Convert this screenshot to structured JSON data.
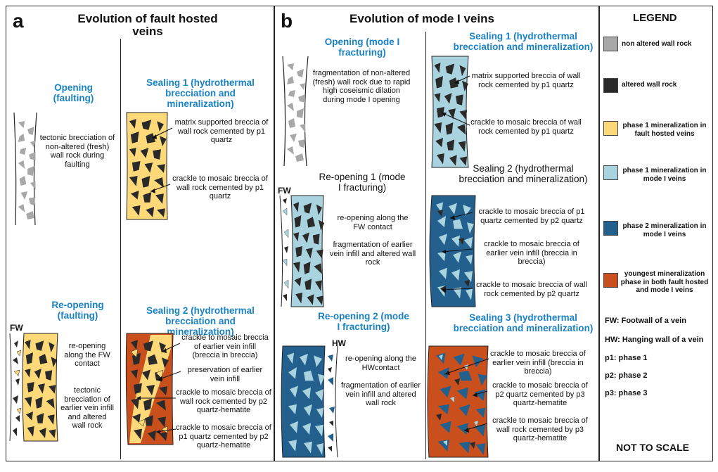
{
  "panel_a": {
    "letter": "a",
    "title": "Evolution of fault hosted veins",
    "opening": {
      "title": "Opening (faulting)",
      "note": "tectonic brecciation of non-altered (fresh) wall rock during faulting"
    },
    "sealing1": {
      "title": "Sealing 1 (hydrothermal brecciation and mineralization)",
      "note1": "matrix supported breccia of wall rock cemented by p1 quartz",
      "note2": "crackle to mosaic breccia of wall rock cemented by p1 quartz"
    },
    "reopening": {
      "title": "Re-opening (faulting)",
      "fw": "FW",
      "note1": "re-opening along the FW contact",
      "note2": "tectonic brecciation of earlier vein infill and altered wall rock"
    },
    "sealing2": {
      "title": "Sealing 2 (hydrothermal brecciation and mineralization)",
      "note1": "crackle to mosaic breccia of earlier vein infill (breccia in breccia)",
      "note2": "preservation of earlier vein infill",
      "note3": "crackle to mosaic breccia of wall rock cemented by p2 quartz-hematite",
      "note4": "crackle to mosaic breccia of p1 quartz cemented by p2 quartz-hematite"
    }
  },
  "panel_b": {
    "letter": "b",
    "title": "Evolution of mode I veins",
    "opening": {
      "title": "Opening (mode I fracturing)",
      "note": "fragmentation of non-altered (fresh) wall rock due to rapid high coseismic dilation during mode I opening"
    },
    "sealing1": {
      "title": "Sealing 1 (hydrothermal brecciation and mineralization)",
      "note1": "matrix supported breccia of wall rock cemented by p1 quartz",
      "note2": "crackle to mosaic breccia of wall rock cemented by p1 quartz"
    },
    "reopening1": {
      "title": "Re-opening 1 (mode I fracturing)",
      "fw": "FW",
      "note1": "re-opening along the FW contact",
      "note2": "fragmentation of earlier vein infill and altered wall rock"
    },
    "sealing2": {
      "title": "Sealing 2 (hydrothermal brecciation and mineralization)",
      "note1": "crackle to mosaic breccia of p1 quartz cemented by p2 quartz",
      "note2": "crackle to mosaic breccia of earlier vein infill (breccia in breccia)",
      "note3": "crackle to mosaic breccia of wall rock cemented by p2 quartz"
    },
    "reopening2": {
      "title": "Re-opening 2 (mode I fracturing)",
      "hw": "HW",
      "note1": "re-opening along the HWcontact",
      "note2": "fragmentation of earlier vein infill and altered wall rock"
    },
    "sealing3": {
      "title": "Sealing 3 (hydrothermal brecciation and mineralization)",
      "note1": "crackle to mosaic breccia of earlier vein infill (breccia in breccia)",
      "note2": "crackle to mosaic breccia of p2 quartz cemented by p3 quartz-hematite",
      "note3": "crackle to mosaic breccia of wall rock cemented by p3 quartz-hematite"
    }
  },
  "legend": {
    "title": "LEGEND",
    "items": [
      {
        "label": "non altered wall rock",
        "color": "#a8a8a8"
      },
      {
        "label": "altered wall rock",
        "color": "#2a2a2a"
      },
      {
        "label": "phase 1 mineralization in fault hosted veins",
        "color": "#fdd97a"
      },
      {
        "label": "phase 1 mineralization in mode I veins",
        "color": "#a9d3de"
      },
      {
        "label": "phase 2 mineralization in mode I veins",
        "color": "#23608e"
      },
      {
        "label": "youngest mineralization phase in both fault hosted and mode I veins",
        "color": "#c94f1c"
      }
    ],
    "abbreviations": [
      "FW: Footwall of a vein",
      "HW: Hanging wall of a vein",
      "p1: phase 1",
      "p2: phase 2",
      "p3: phase 3"
    ],
    "scale_note": "NOT TO SCALE"
  }
}
